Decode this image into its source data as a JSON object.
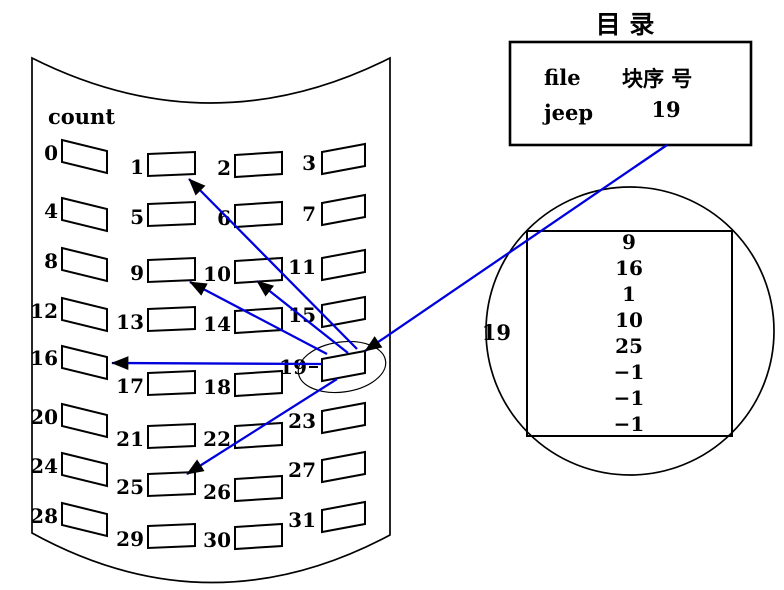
{
  "colors": {
    "ink": "#000000",
    "link_line": "#0000dd"
  },
  "drum": {
    "label": "count",
    "blocks": [
      "0",
      "1",
      "2",
      "3",
      "4",
      "5",
      "6",
      "7",
      "8",
      "9",
      "10",
      "11",
      "12",
      "13",
      "14",
      "15",
      "16",
      "17",
      "18",
      "19",
      "20",
      "21",
      "22",
      "23",
      "24",
      "25",
      "26",
      "27",
      "28",
      "29",
      "30",
      "31"
    ]
  },
  "directory": {
    "title": "目 录",
    "col_file": "file",
    "col_block": "块序 号",
    "row_file": "jeep",
    "row_block": "19"
  },
  "magnifier": {
    "block_label": "19",
    "values": [
      "9",
      "16",
      "1",
      "10",
      "25",
      "−1",
      "−1",
      "−1"
    ]
  },
  "links": {
    "source_block": "19",
    "targets": [
      "9",
      "16",
      "1",
      "10",
      "25"
    ],
    "directory_points_to": "19"
  }
}
